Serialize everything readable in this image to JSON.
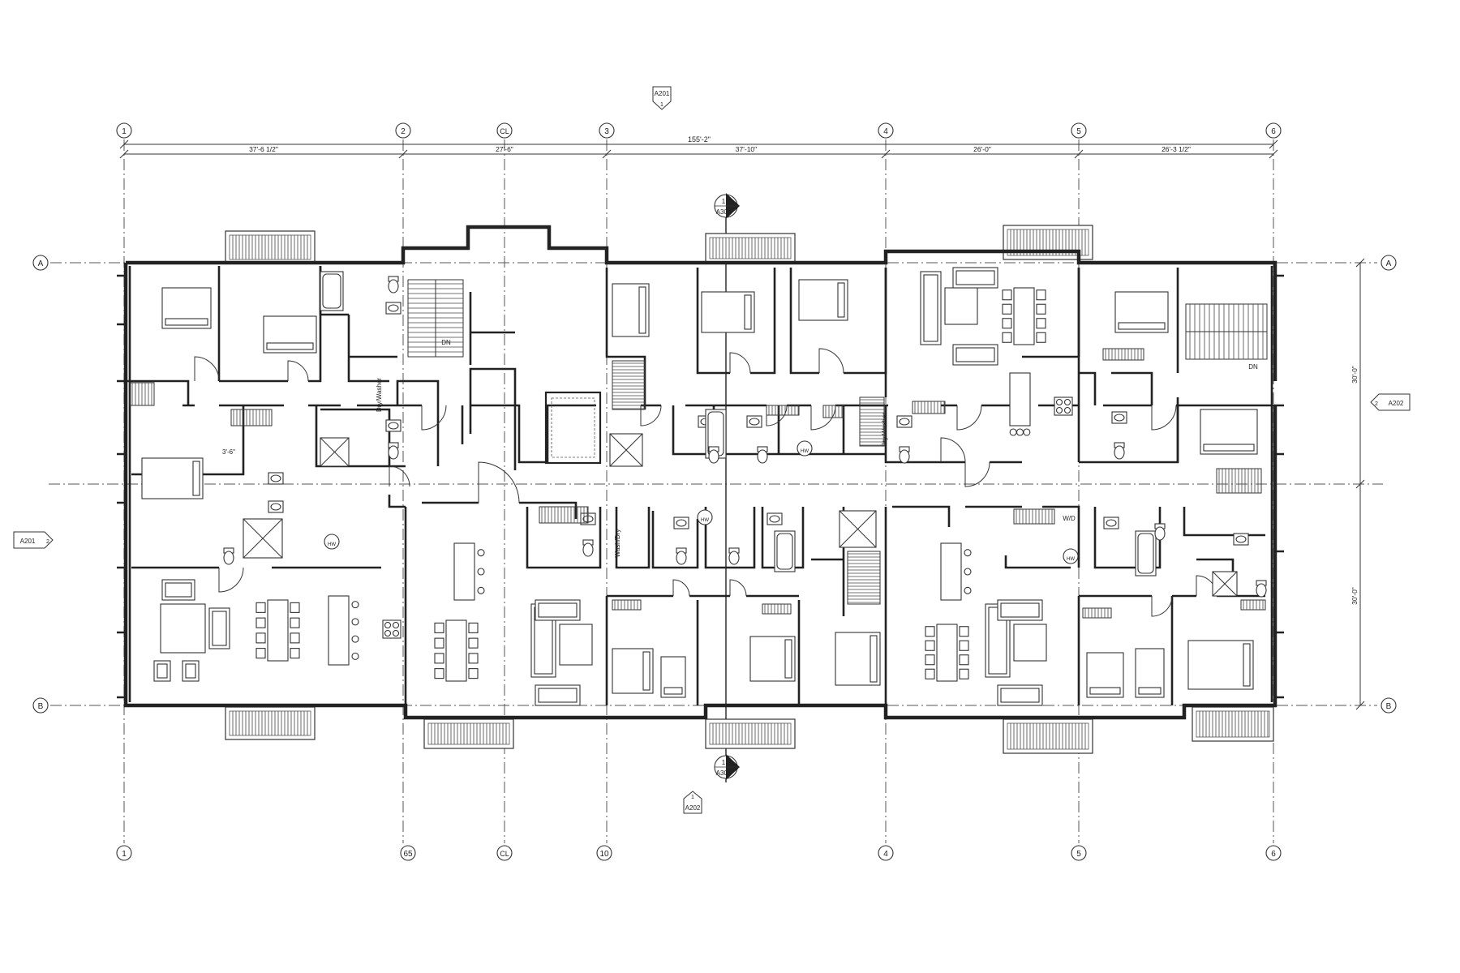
{
  "grid_top": [
    "1",
    "2",
    "CL",
    "3",
    "4",
    "5",
    "6"
  ],
  "grid_bottom": [
    "1",
    "65",
    "CL",
    "10",
    "4",
    "5",
    "6"
  ],
  "grid_rows": [
    "A",
    "B"
  ],
  "dimensions": {
    "overall": "155'-2\"",
    "segments": [
      "37'-6 1/2\"",
      "27'-6\"",
      "37'-10\"",
      "26'-0\"",
      "26'-3 1/2\""
    ],
    "right_top": "30'-0\"",
    "right_bottom": "30'-0\"",
    "corridor_width": "3'-6\""
  },
  "section_tags": {
    "top_elevation": {
      "num": "1",
      "sheet": "A201"
    },
    "section_top": {
      "num": "1",
      "sheet": "A301"
    },
    "section_bottom": {
      "num": "1",
      "sheet": "A301"
    },
    "bottom_elevation": {
      "num": "1",
      "sheet": "A202"
    },
    "left_elevation": {
      "num": "2",
      "sheet": "A201"
    },
    "right_elevation": {
      "num": "2",
      "sheet": "A202"
    }
  },
  "room_labels": {
    "stair_left": "DN",
    "stair_right": "DN",
    "dryer_washer_1": "Dry/Washer",
    "dryer_washer_2": "Dry/Washer",
    "washer_dryer": "Wash/Dry",
    "wd": "W/D",
    "hw": "HW"
  }
}
